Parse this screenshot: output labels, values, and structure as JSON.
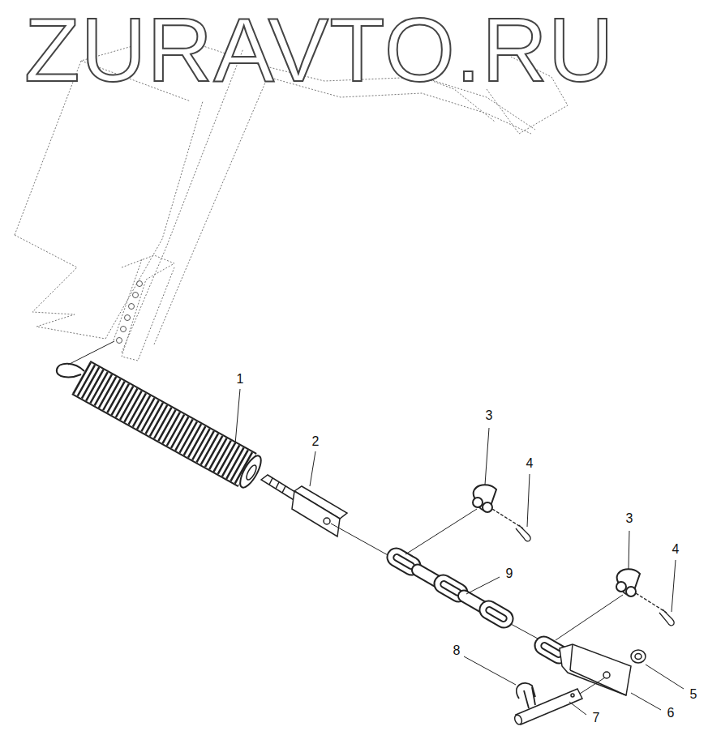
{
  "diagram": {
    "labels": [
      "ZURAVTO.RU",
      "1",
      "2",
      "3",
      "4",
      "9",
      "3",
      "4",
      "8",
      "5",
      "6",
      "7"
    ]
  }
}
